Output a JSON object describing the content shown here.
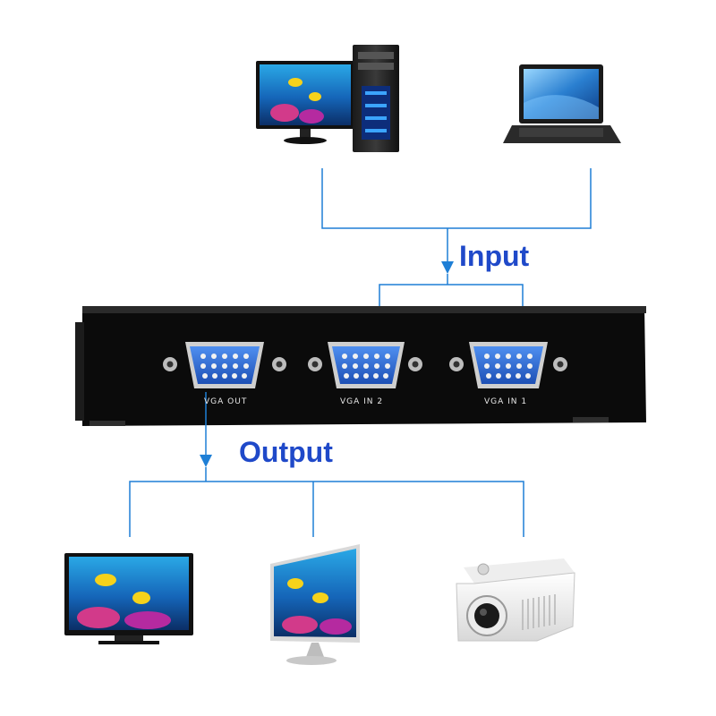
{
  "labels": {
    "input": "Input",
    "output": "Output"
  },
  "ports": [
    {
      "label": "VGA OUT"
    },
    {
      "label": "VGA IN 2"
    },
    {
      "label": "VGA IN 1"
    }
  ],
  "sources": [
    {
      "icon": "desktop-computer-icon"
    },
    {
      "icon": "laptop-icon"
    }
  ],
  "outputs": [
    {
      "icon": "tv-icon"
    },
    {
      "icon": "monitor-icon"
    },
    {
      "icon": "projector-icon"
    }
  ],
  "colors": {
    "connector": "#1e7fd6",
    "label": "#1f49c9",
    "switch_body": "#0b0b0b",
    "port_blue": "#2f6fd8"
  }
}
